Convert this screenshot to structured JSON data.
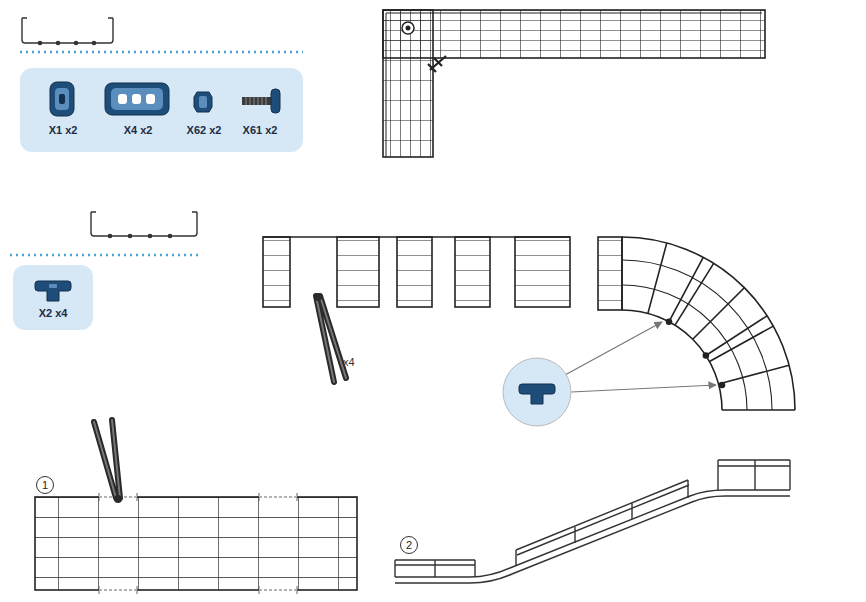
{
  "diagram": {
    "nodes": [
      {
        "text": [
          "X1 x2",
          "X4 x2",
          "X62 x2",
          "X61 x2"
        ]
      },
      {
        "text": [
          "X2 x4"
        ]
      },
      {
        "text": [
          "1"
        ]
      },
      {
        "text": [
          "2"
        ]
      }
    ],
    "labels": [
      "x4"
    ]
  }
}
